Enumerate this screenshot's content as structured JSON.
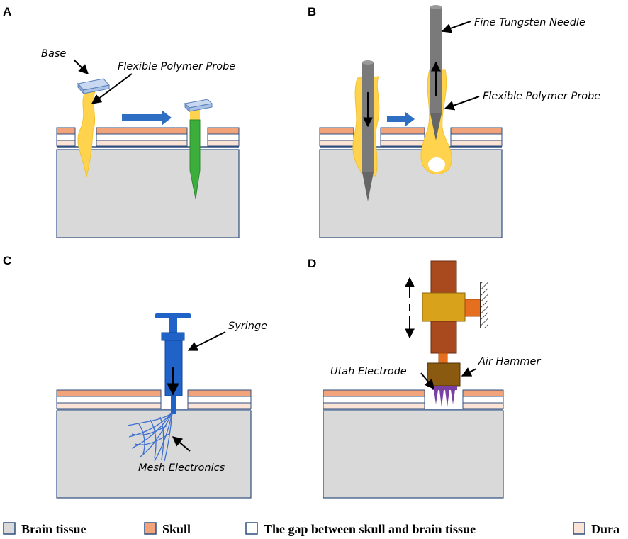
{
  "panels": {
    "a": {
      "letter": "A",
      "base_label": "Base",
      "probe_label": "Flexible Polymer Probe"
    },
    "b": {
      "letter": "B",
      "needle_label": "Fine Tungsten Needle",
      "probe_label": "Flexible Polymer Probe"
    },
    "c": {
      "letter": "C",
      "syringe_label": "Syringe",
      "mesh_label": "Mesh Electronics"
    },
    "d": {
      "letter": "D",
      "air_hammer_label": "Air Hammer",
      "utah_label": "Utah Electrode"
    }
  },
  "legend": [
    {
      "label": "Brain tissue",
      "color": "#d9d9d9"
    },
    {
      "label": "Skull",
      "color": "#f2a37a"
    },
    {
      "label": "The gap between skull and brain tissue",
      "color": "#ffffff"
    },
    {
      "label": "Dura",
      "color": "#fbe3d6"
    }
  ],
  "colors": {
    "brain": "#d9d9d9",
    "skull": "#f2a37a",
    "dura": "#fbe3d6",
    "outline": "#2f4f7f",
    "probe_yellow": "#ffd34d",
    "probe_green": "#3cae3c",
    "base_blue": "#a9c2e6",
    "arrow_blue": "#2e6fc4",
    "needle_gray": "#7a7a7a",
    "syringe_blue": "#1f62c8",
    "hammer_brown": "#a84a1e",
    "hammer_gold": "#d9a21b",
    "hammer_orange": "#e56f1f",
    "electrode_purple": "#7a3fa3"
  }
}
